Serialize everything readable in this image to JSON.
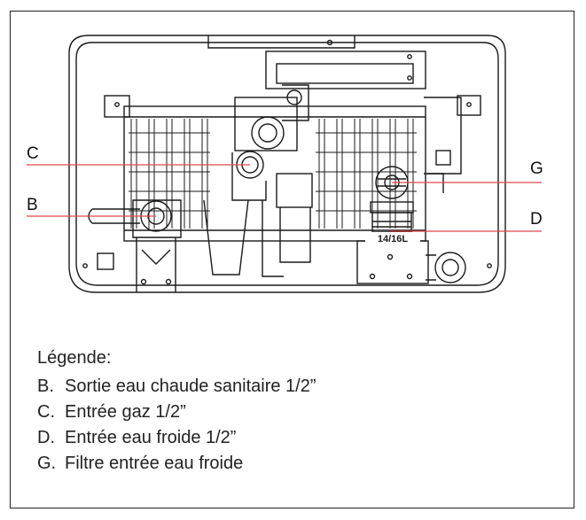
{
  "callouts": {
    "b": "B",
    "c": "C",
    "d": "D",
    "g": "G",
    "badge": "14/16L"
  },
  "legend": {
    "title": "Légende:",
    "items": [
      {
        "key": "B.",
        "text": "Sortie eau chaude sanitaire 1/2”"
      },
      {
        "key": "C.",
        "text": "Entrée gaz 1/2”"
      },
      {
        "key": "D.",
        "text": "Entrée eau froide 1/2”"
      },
      {
        "key": "G.",
        "text": "Filtre entrée eau froide"
      }
    ]
  },
  "colors": {
    "leader_line": "#e0474c",
    "drawing": "#1a1a1a"
  }
}
